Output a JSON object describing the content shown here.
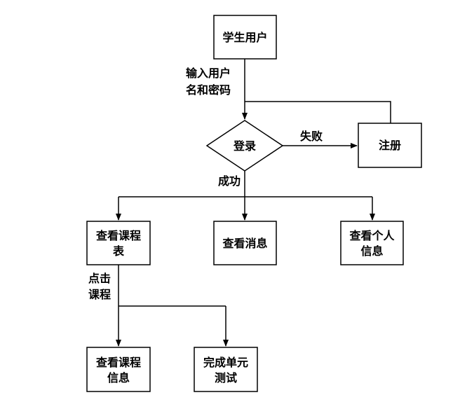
{
  "nodes": {
    "student_user": {
      "line1": "学生用户"
    },
    "login": {
      "line1": "登录"
    },
    "register": {
      "line1": "注册"
    },
    "view_schedule": {
      "line1": "查看课程",
      "line2": "表"
    },
    "view_messages": {
      "line1": "查看消息"
    },
    "view_personal_info": {
      "line1": "查看个人",
      "line2": "信息"
    },
    "view_course_info": {
      "line1": "查看课程",
      "line2": "信息"
    },
    "complete_unit_test": {
      "line1": "完成单元",
      "line2": "测试"
    }
  },
  "edge_labels": {
    "enter_credentials": {
      "line1": "输入用户",
      "line2": "名和密码"
    },
    "fail": {
      "line1": "失败"
    },
    "success": {
      "line1": "成功"
    },
    "click_course": {
      "line1": "点击",
      "line2": "课程"
    }
  }
}
